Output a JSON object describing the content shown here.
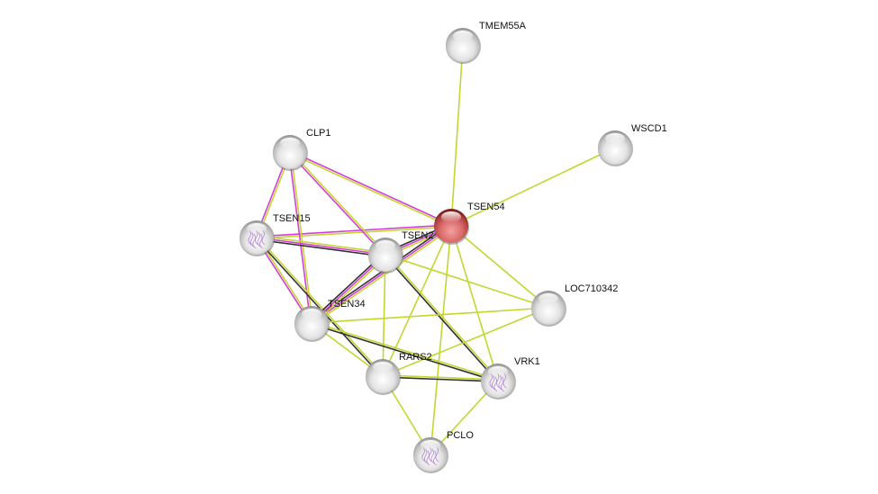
{
  "network": {
    "query_protein": "TSEN54",
    "colors": {
      "query_node": "#e06060",
      "node": "#d0d0d0",
      "textmining": "#c4d62f",
      "experiments": "#d53ddb",
      "coexpression": "#333333"
    },
    "nodes": [
      {
        "id": "TMEM55A",
        "label": "TMEM55A",
        "query": false,
        "structure": false
      },
      {
        "id": "WSCD1",
        "label": "WSCD1",
        "query": false,
        "structure": false
      },
      {
        "id": "CLP1",
        "label": "CLP1",
        "query": false,
        "structure": false
      },
      {
        "id": "TSEN54",
        "label": "TSEN54",
        "query": true,
        "structure": false
      },
      {
        "id": "TSEN15",
        "label": "TSEN15",
        "query": false,
        "structure": true
      },
      {
        "id": "TSEN2",
        "label": "TSEN2",
        "query": false,
        "structure": false
      },
      {
        "id": "LOC710342",
        "label": "LOC710342",
        "query": false,
        "structure": false
      },
      {
        "id": "TSEN34",
        "label": "TSEN34",
        "query": false,
        "structure": false
      },
      {
        "id": "RARS2",
        "label": "RARS2",
        "query": false,
        "structure": false
      },
      {
        "id": "VRK1",
        "label": "VRK1",
        "query": false,
        "structure": true
      },
      {
        "id": "PCLO",
        "label": "PCLO",
        "query": false,
        "structure": true
      }
    ],
    "edges": [
      {
        "a": "TSEN54",
        "b": "TMEM55A",
        "types": [
          "textmining"
        ]
      },
      {
        "a": "TSEN54",
        "b": "WSCD1",
        "types": [
          "textmining"
        ]
      },
      {
        "a": "TSEN54",
        "b": "CLP1",
        "types": [
          "textmining",
          "experiments"
        ]
      },
      {
        "a": "TSEN54",
        "b": "TSEN15",
        "types": [
          "textmining",
          "experiments"
        ]
      },
      {
        "a": "TSEN54",
        "b": "TSEN2",
        "types": [
          "textmining",
          "experiments",
          "coexpression"
        ]
      },
      {
        "a": "TSEN54",
        "b": "TSEN34",
        "types": [
          "textmining",
          "experiments",
          "coexpression"
        ]
      },
      {
        "a": "TSEN54",
        "b": "LOC710342",
        "types": [
          "textmining"
        ]
      },
      {
        "a": "TSEN54",
        "b": "RARS2",
        "types": [
          "textmining"
        ]
      },
      {
        "a": "TSEN54",
        "b": "VRK1",
        "types": [
          "textmining"
        ]
      },
      {
        "a": "TSEN54",
        "b": "PCLO",
        "types": [
          "textmining"
        ]
      },
      {
        "a": "CLP1",
        "b": "TSEN15",
        "types": [
          "textmining",
          "experiments"
        ]
      },
      {
        "a": "CLP1",
        "b": "TSEN2",
        "types": [
          "textmining",
          "experiments"
        ]
      },
      {
        "a": "CLP1",
        "b": "TSEN34",
        "types": [
          "textmining",
          "experiments"
        ]
      },
      {
        "a": "TSEN15",
        "b": "TSEN2",
        "types": [
          "textmining",
          "experiments",
          "coexpression"
        ]
      },
      {
        "a": "TSEN15",
        "b": "TSEN34",
        "types": [
          "textmining",
          "experiments"
        ]
      },
      {
        "a": "TSEN15",
        "b": "RARS2",
        "types": [
          "textmining",
          "coexpression"
        ]
      },
      {
        "a": "TSEN2",
        "b": "TSEN34",
        "types": [
          "textmining",
          "experiments",
          "coexpression"
        ]
      },
      {
        "a": "TSEN2",
        "b": "LOC710342",
        "types": [
          "textmining"
        ]
      },
      {
        "a": "TSEN2",
        "b": "RARS2",
        "types": [
          "textmining"
        ]
      },
      {
        "a": "TSEN2",
        "b": "VRK1",
        "types": [
          "textmining",
          "coexpression"
        ]
      },
      {
        "a": "TSEN34",
        "b": "LOC710342",
        "types": [
          "textmining"
        ]
      },
      {
        "a": "TSEN34",
        "b": "RARS2",
        "types": [
          "textmining"
        ]
      },
      {
        "a": "TSEN34",
        "b": "VRK1",
        "types": [
          "textmining",
          "coexpression"
        ]
      },
      {
        "a": "RARS2",
        "b": "LOC710342",
        "types": [
          "textmining"
        ]
      },
      {
        "a": "RARS2",
        "b": "VRK1",
        "types": [
          "textmining",
          "coexpression"
        ]
      },
      {
        "a": "RARS2",
        "b": "PCLO",
        "types": [
          "textmining"
        ]
      },
      {
        "a": "VRK1",
        "b": "PCLO",
        "types": [
          "textmining"
        ]
      }
    ]
  }
}
